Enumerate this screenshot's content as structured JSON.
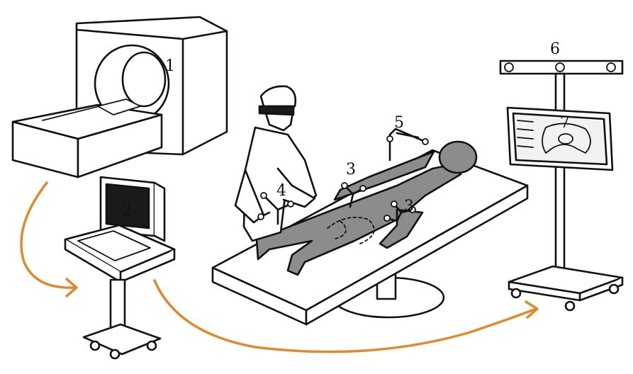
{
  "labels": {
    "ct_scanner": "1",
    "workstation": "2",
    "patient_marker_a": "3",
    "patient_marker_b": "3",
    "instrument_tracker": "4",
    "reference_arm": "5",
    "tracking_camera": "6",
    "navigation_display": "7"
  },
  "colors": {
    "ink": "#111111",
    "patient_fill": "#8c8c8c",
    "arrow": "#e08a2c",
    "screen_fill": "#1a1a1a",
    "display_screen": "#f2f2f2"
  }
}
